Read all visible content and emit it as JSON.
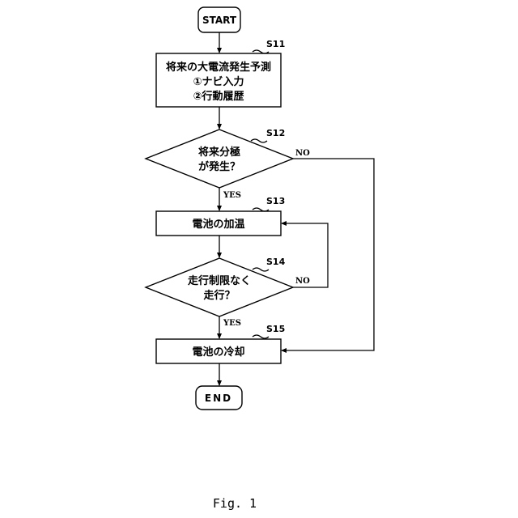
{
  "start": {
    "label": "START"
  },
  "end": {
    "label": "END"
  },
  "steps": {
    "s11": {
      "id": "S11",
      "lines": [
        "将来の大電流発生予測",
        "①ナビ入力",
        "②行動履歴"
      ]
    },
    "s12": {
      "id": "S12",
      "lines": [
        "将来分極",
        "が発生？"
      ],
      "yes": "YES",
      "no": "NO"
    },
    "s13": {
      "id": "S13",
      "lines": [
        "電池の加温"
      ]
    },
    "s14": {
      "id": "S14",
      "lines": [
        "走行制限なく",
        "走行？"
      ],
      "yes": "YES",
      "no": "NO"
    },
    "s15": {
      "id": "S15",
      "lines": [
        "電池の冷却"
      ]
    }
  },
  "caption": "Fig. 1"
}
